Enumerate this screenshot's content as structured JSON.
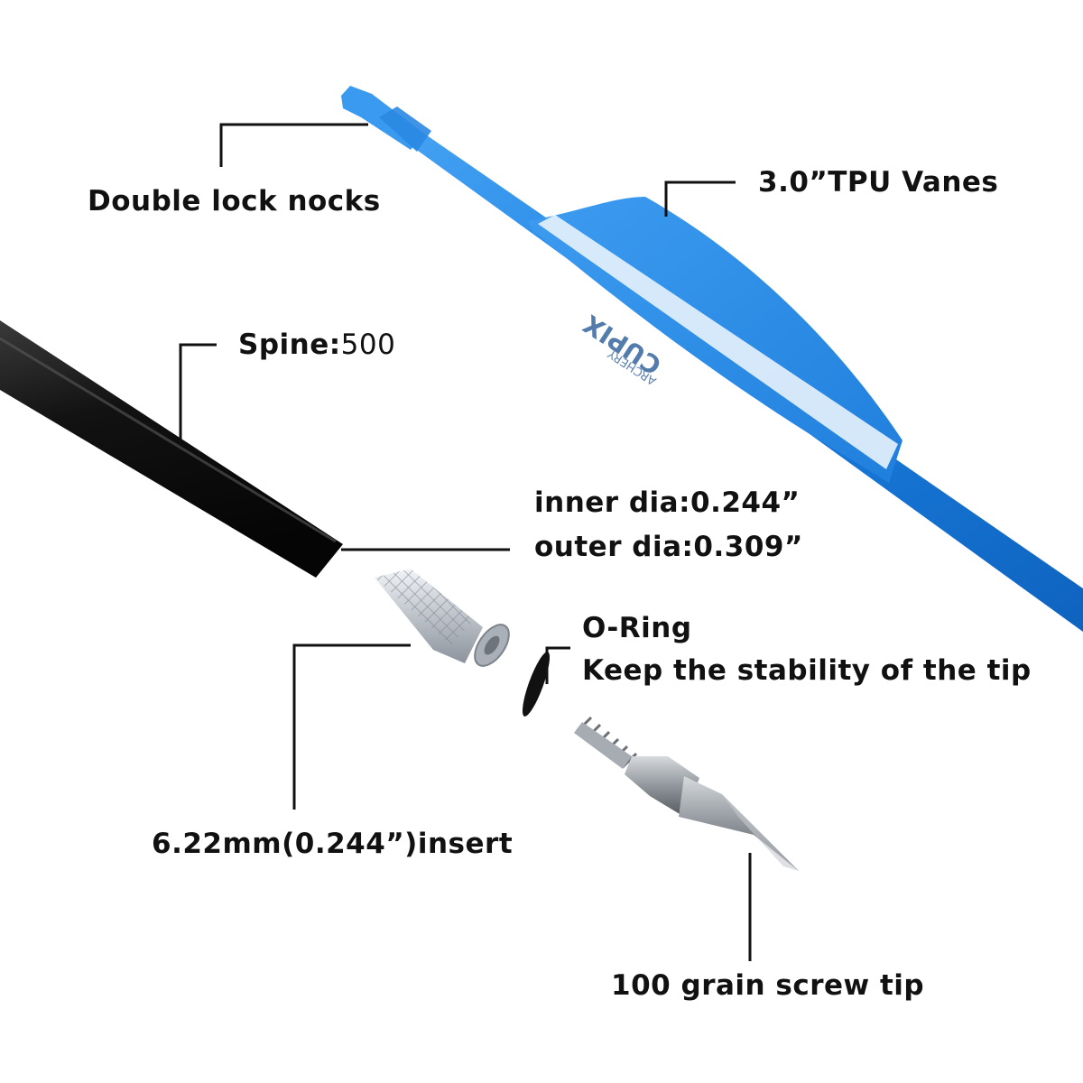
{
  "labels": {
    "nock": "Double lock nocks",
    "vanes": "3.0”TPU Vanes",
    "spine_key": "Spine:",
    "spine_value": "500",
    "inner_dia": "inner dia:0.244”",
    "outer_dia": "outer dia:0.309”",
    "oring_title": "O-Ring",
    "oring_desc": "Keep the stability of the tip",
    "insert": "6.22mm(0.244”)insert",
    "tip": "100 grain screw tip"
  },
  "vane_logo": {
    "brand": "CUPIX",
    "sub": "ARCHERY"
  },
  "colors": {
    "shaft_blue": "#1a7fe0",
    "vane_blue": "#2b8de8",
    "nock_blue": "#3a9af0",
    "carbon_black": "#141414",
    "insert_silver": "#c9ced6",
    "tip_steel": "#9aa0a6",
    "text": "#111111"
  }
}
